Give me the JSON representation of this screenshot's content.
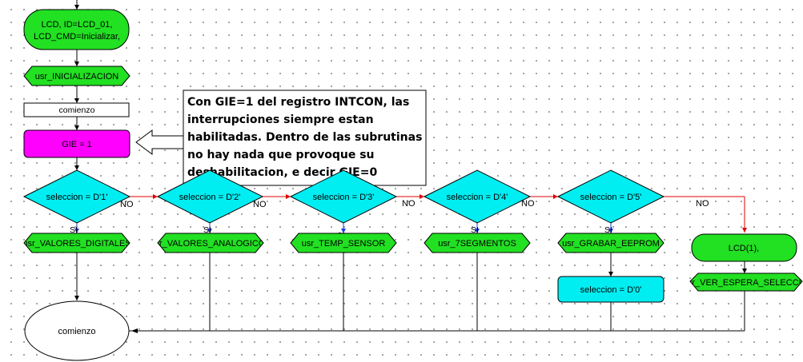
{
  "flowchart": {
    "start_block": {
      "line1": "LCD, ID=LCD_01,",
      "line2": "LCD_CMD=Inicializar,"
    },
    "init_routine": "usr_INICIALIZACION",
    "label_top": "comienzo",
    "gie_block": "GIE = 1",
    "comment": {
      "lines": [
        "Con GIE=1 del registro INTCON, las",
        "interrupciones siempre estan",
        "habilitadas. Dentro de las subrutinas",
        "no hay nada que provoque su",
        "deshabilitacion, e decir GIE=0"
      ]
    },
    "decisions": [
      {
        "label": "seleccion = D'1'",
        "yes": "SI",
        "no": "NO",
        "routine": "usr_VALORES_DIGITALES"
      },
      {
        "label": "seleccion = D'2'",
        "yes": "SI",
        "no": "NO",
        "routine": "usr_VALORES_ANALOGICOS"
      },
      {
        "label": "seleccion = D'3'",
        "yes": "SI",
        "no": "NO",
        "routine": "usr_TEMP_SENSOR"
      },
      {
        "label": "seleccion = D'4'",
        "yes": "SI",
        "no": "NO",
        "routine": "usr_7SEGMENTOS"
      },
      {
        "label": "seleccion = D'5'",
        "yes": "SI",
        "no": "NO",
        "routine": "usr_GRABAR_EEPROM"
      }
    ],
    "reset_block": "seleccion = D'0'",
    "else_lcd": "LCD(1),",
    "else_routine": "usr_VER_ESPERA_SELECCION",
    "end_label": "comienzo"
  },
  "colors": {
    "green": "#22e022",
    "cyan": "#00eef2",
    "magenta": "#ff00ff",
    "red_connector": "#e00000",
    "blue_connector": "#1c3cdc"
  }
}
